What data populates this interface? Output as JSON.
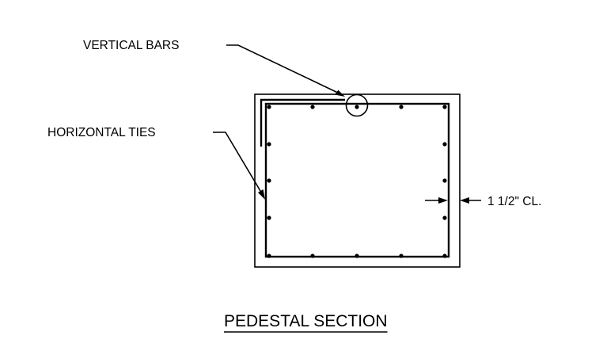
{
  "labels": {
    "vertical_bars": "VERTICAL BARS",
    "horizontal_ties": "HORIZONTAL TIES",
    "cover": "1 1/2\" CL.",
    "title": "PEDESTAL SECTION"
  },
  "colors": {
    "line": "#000000",
    "background": "#ffffff"
  }
}
